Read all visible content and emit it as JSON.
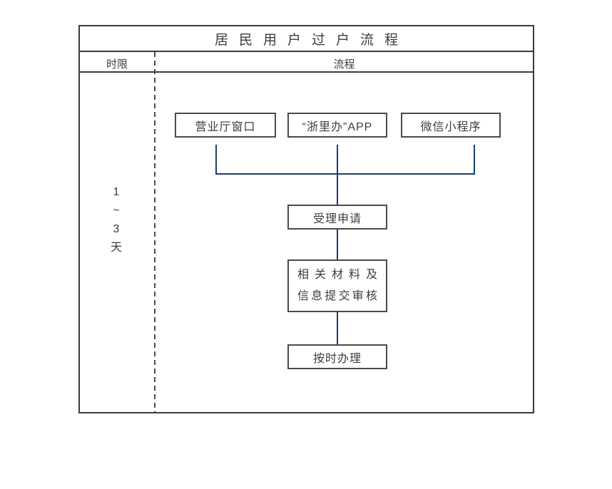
{
  "title": "居民用户过户流程",
  "table": {
    "time_header": "时限",
    "flow_header": "流程"
  },
  "time_limit": {
    "lines": [
      "1",
      "~",
      "3",
      "天"
    ]
  },
  "channels": [
    {
      "label": "营业厅窗口"
    },
    {
      "label": "“浙里办”APP"
    },
    {
      "label": "微信小程序"
    }
  ],
  "steps": [
    {
      "label": "受理申请"
    },
    {
      "line1": "相关材料及",
      "line2": "信息提交审核"
    },
    {
      "label": "按时办理"
    }
  ],
  "colors": {
    "connector": "#1f3d6d",
    "box_border": "#4a4a4a",
    "frame_border": "#3b3b3b",
    "text": "#3d3d3d",
    "background": "#ffffff"
  }
}
